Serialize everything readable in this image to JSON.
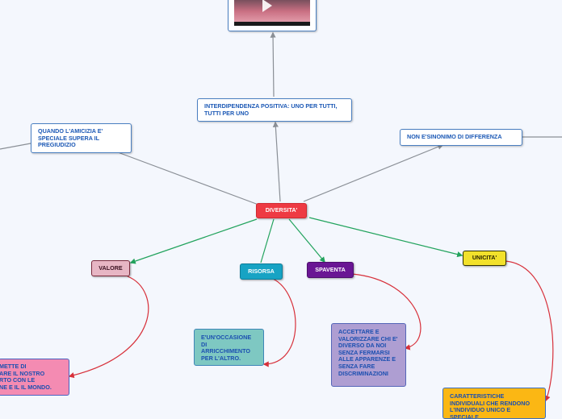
{
  "nodes": {
    "center": "DIVERSITA'",
    "interdipendenza": "INTERDIPENDENZA POSITIVA: UNO PER TUTTI, TUTTI PER UNO",
    "amicizia": "QUANDO L'AMICIZIA E' SPECIALE SUPERA IL PREGIUDIZIO",
    "sinonimo": "NON E'SINONIMO DI DIFFERENZA",
    "valore": "VALORE",
    "risorsa": "RISORSA",
    "spaventa": "SPAVENTA",
    "unicita": "UNICITA'",
    "occasione": "E'UN'OCCASIONE DI ARRICCHIMENTO PER L'ALTRO.",
    "accettare": "ACCETTARE E VALORIZZARE CHI E' DIVERSO DA NOI SENZA FERMARSI ALLE APPARENZE  E SENZA FARE DISCRIMINAZIONI",
    "caratteristiche": "CARATTERISTICHE INDIVIDUALI CHE RENDONO L'INDIVIDUO UNICO E SPECIALE",
    "permette": "METTE DI\nARE IL NOSTRO\nRTO CON LE\nNE E IL IL MONDO."
  },
  "colors": {
    "center": "#ee3a43",
    "valore": "#e7b6c4",
    "risorsa": "#17a3c4",
    "spaventa": "#6a1694",
    "unicita": "#f2e12b",
    "occasione": "#7ec8c2",
    "accettare": "#ae9ed2",
    "caratteristiche": "#fbb714",
    "permette": "#f48bb2",
    "gray_link": "#8a8f96",
    "green_link": "#22a35d",
    "red_link": "#d7303a"
  },
  "icons": {
    "video": "play-icon"
  }
}
